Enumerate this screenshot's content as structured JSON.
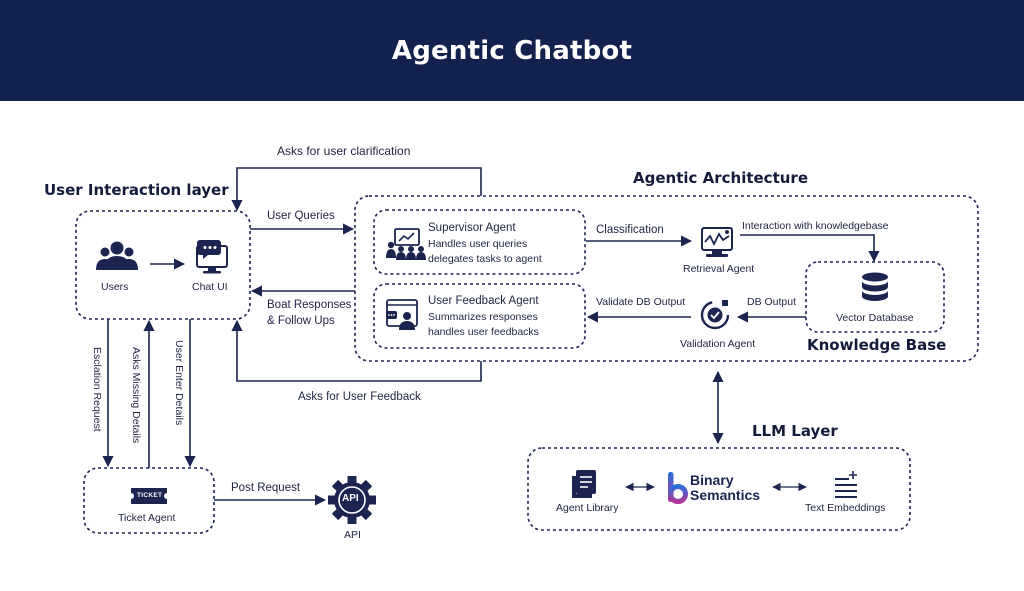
{
  "title": "Agentic Chatbot",
  "sections": {
    "user_interaction": "User Interaction layer",
    "agentic_architecture": "Agentic Architecture",
    "knowledge_base": "Knowledge Base",
    "llm_layer": "LLM Layer"
  },
  "nodes": {
    "users": "Users",
    "chat_ui": "Chat UI",
    "supervisor_title": "Supervisor Agent",
    "supervisor_line1": "Handles user queries",
    "supervisor_line2": "delegates tasks to agent",
    "feedback_title": "User Feedback Agent",
    "feedback_line1": "Summarizes responses",
    "feedback_line2": "handles user feedbacks",
    "retrieval_agent": "Retrieval Agent",
    "validation_agent": "Validation Agent",
    "vector_database": "Vector Database",
    "ticket_agent": "Ticket Agent",
    "ticket_text": "TICKET",
    "api": "API",
    "api_text": "API",
    "agent_library": "Agent Library",
    "text_embeddings": "Text Embeddings",
    "brand_line1": "Binary",
    "brand_line2": "Semantics"
  },
  "edges": {
    "asks_clarification": "Asks for user clarification",
    "user_queries": "User Queries",
    "boat_responses_1": "Boat Responses",
    "boat_responses_2": "& Follow Ups",
    "asks_feedback": "Asks for User Feedback",
    "classification": "Classification",
    "interaction_kb": "Interaction with knowledgebase",
    "validate_db": "Validate DB Output",
    "db_output": "DB Output",
    "escalation": "Esclation Request",
    "asks_missing": "Asks Missing Details",
    "user_enter": "User Enter Details",
    "post_request": "Post Request"
  },
  "colors": {
    "header_bg": "#13214f",
    "ink": "#1b2550",
    "brand_gradient_start": "#2a6fdb",
    "brand_gradient_end": "#b0359a"
  },
  "icons": [
    "users-icon",
    "chat-ui-icon",
    "supervisor-icon",
    "feedback-icon",
    "retrieval-icon",
    "validation-icon",
    "database-icon",
    "ticket-icon",
    "api-gear-icon",
    "agent-library-icon",
    "text-embeddings-icon",
    "brand-logo-icon"
  ]
}
